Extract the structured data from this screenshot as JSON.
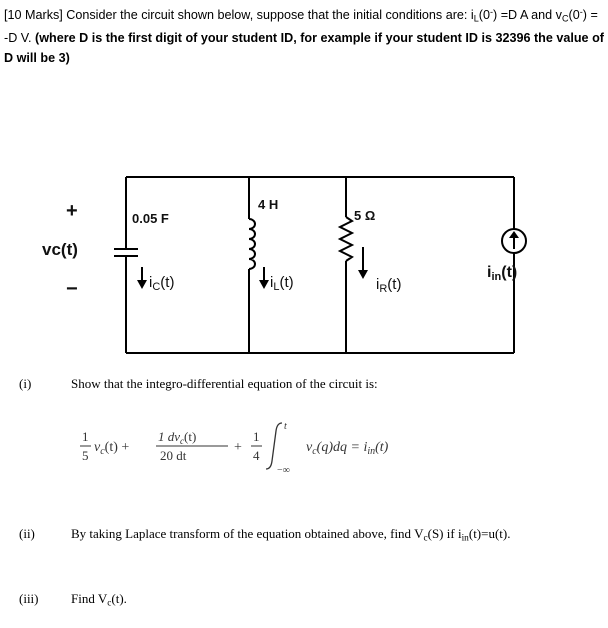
{
  "intro": {
    "part1": "[10 Marks] Consider the circuit shown below, suppose that the initial conditions are: i",
    "il_sub": "L",
    "part2": "(0",
    "sup_minus1": "-",
    "part3": ") =D A and v",
    "vc_sub": "C",
    "part4": "(0",
    "sup_minus2": "-",
    "part5": ") = -D V. ",
    "bold": "(where D is the first digit of your student ID, for example if your student ID is 32396 the value of D will be 3)"
  },
  "circuit": {
    "plus": "+",
    "vc_label": "vc(t)",
    "minus": "−",
    "cap_value": "0.05 F",
    "ind_value": "4 H",
    "res_value": "5 Ω",
    "ic_main": "i",
    "ic_sub": "C",
    "ic_tail": "(t)",
    "il_main": "i",
    "il_sub": "L",
    "il_tail": "(t)",
    "ir_main": "i",
    "ir_sub": "R",
    "ir_tail": "(t)",
    "iin_main": "i",
    "iin_sub": "in",
    "iin_tail": "(t)"
  },
  "questions": [
    {
      "num": "(i)",
      "text": "Show that the integro-differential equation of the circuit is:"
    },
    {
      "num": "(ii)",
      "text_a": "By taking Laplace transform of the equation obtained above, find V",
      "sub_a": "c",
      "text_b": "(S) if i",
      "sub_b": "in",
      "text_c": "(t)=u(t)."
    },
    {
      "num": "(iii)",
      "text_a": "Find V",
      "sub_a": "c",
      "text_b": "(t)."
    }
  ],
  "equation": {
    "f1_num": "1",
    "f1_den": "5",
    "vc1": "v",
    "vc1_sub": "c",
    "vc1_t": "(t) +",
    "f2_num": "1  dv",
    "f2_num_sub": "c",
    "f2_num_t": "(t)",
    "f2_den": "20    dt",
    "plus2": "+",
    "f3_num": "1",
    "f3_den": "4",
    "upper": "t",
    "lower": "−∞",
    "integrand": "v",
    "integrand_sub": "c",
    "integrand_t": "(q)dq = i",
    "rhs_sub": "in",
    "rhs_t": "(t)"
  }
}
